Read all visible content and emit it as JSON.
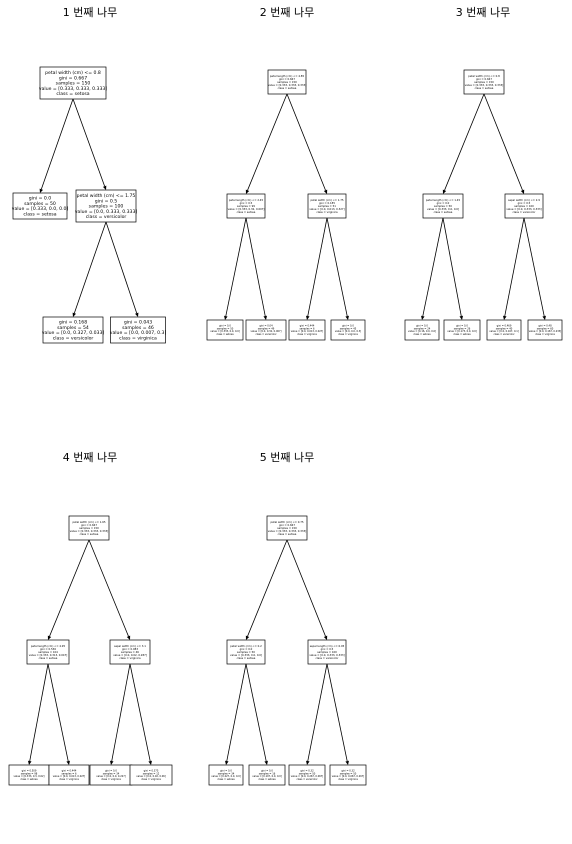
{
  "trees": [
    {
      "title": "1 번째 나무",
      "nodes": [
        {
          "id": "root",
          "lines": [
            "petal width (cm) <= 0.8",
            "gini = 0.667",
            "samples = 150",
            "value = [0.333, 0.333, 0.333]",
            "class = setosa"
          ]
        },
        {
          "id": "l",
          "lines": [
            "gini = 0.0",
            "samples = 50",
            "value = [0.333, 0.0, 0.0]",
            "class = setosa"
          ]
        },
        {
          "id": "r",
          "lines": [
            "petal width (cm) <= 1.75",
            "gini = 0.5",
            "samples = 100",
            "value = [0.0, 0.333, 0.333]",
            "class = versicolor"
          ]
        },
        {
          "id": "rl",
          "lines": [
            "gini = 0.168",
            "samples = 54",
            "value = [0.0, 0.327, 0.033]",
            "class = versicolor"
          ]
        },
        {
          "id": "rr",
          "lines": [
            "gini = 0.043",
            "samples = 46",
            "value = [0.0, 0.007, 0.3]",
            "class = virginica"
          ]
        }
      ]
    },
    {
      "title": "2 번째 나무",
      "nodes": [
        {
          "id": "root",
          "lines": [
            "petal length (cm) <= 4.85",
            "gini = 0.667",
            "samples = 150",
            "value = [0.333, 0.333, 0.333]",
            "class = setosa"
          ]
        },
        {
          "id": "l",
          "lines": [
            "petal length (cm) <= 2.45",
            "gini = 0.5",
            "samples = 99",
            "value = [0.333, 0.32, 0.007]",
            "class = setosa"
          ]
        },
        {
          "id": "r",
          "lines": [
            "petal width (cm) <= 1.75",
            "gini = 0.185",
            "samples = 51",
            "value = [0.0, 0.013, 0.327]",
            "class = virginica"
          ]
        },
        {
          "id": "ll",
          "lines": [
            "gini = 0.0",
            "samples = 50",
            "value = [0.333, 0.0, 0.0]",
            "class = setosa"
          ]
        },
        {
          "id": "lr",
          "lines": [
            "gini = 0.04",
            "samples = 49",
            "value = [0.0, 0.32, 0.007]",
            "class = versicolor"
          ]
        },
        {
          "id": "rl",
          "lines": [
            "gini = 0.444",
            "samples = 6",
            "value = [0.0, 0.013, 0.027]",
            "class = virginica"
          ]
        },
        {
          "id": "rr",
          "lines": [
            "gini = 0.0",
            "samples = 45",
            "value = [0.0, 0.0, 0.3]",
            "class = virginica"
          ]
        }
      ]
    },
    {
      "title": "3 번째 나무",
      "nodes": [
        {
          "id": "root",
          "lines": [
            "petal width (cm) <= 0.8",
            "gini = 0.667",
            "samples = 150",
            "value = [0.333, 0.333, 0.333]",
            "class = setosa"
          ]
        },
        {
          "id": "l",
          "lines": [
            "petal length (cm) <= 1.45",
            "gini = 0.0",
            "samples = 50",
            "value = [0.333, 0.0, 0.0]",
            "class = setosa"
          ]
        },
        {
          "id": "r",
          "lines": [
            "sepal width (cm) <= 2.9",
            "gini = 0.5",
            "samples = 100",
            "value = [0.0, 0.333, 0.333]",
            "class = versicolor"
          ]
        },
        {
          "id": "ll",
          "lines": [
            "gini = 0.0",
            "samples = 24",
            "value = [0.16, 0.0, 0.0]",
            "class = setosa"
          ]
        },
        {
          "id": "lr",
          "lines": [
            "gini = 0.0",
            "samples = 26",
            "value = [0.173, 0.0, 0.0]",
            "class = setosa"
          ]
        },
        {
          "id": "rl",
          "lines": [
            "gini = 0.469",
            "samples = 40",
            "value = [0.0, 0.167, 0.1]",
            "class = versicolor"
          ]
        },
        {
          "id": "rr",
          "lines": [
            "gini = 0.48",
            "samples = 60",
            "value = [0.0, 0.167, 0.233]",
            "class = virginica"
          ]
        }
      ]
    },
    {
      "title": "4 번째 나무",
      "nodes": [
        {
          "id": "root",
          "lines": [
            "petal width (cm) <= 1.65",
            "gini = 0.667",
            "samples = 150",
            "value = [0.333, 0.333, 0.333]",
            "class = setosa"
          ]
        },
        {
          "id": "l",
          "lines": [
            "petal length (cm) <= 4.95",
            "gini = 0.536",
            "samples = 104",
            "value = [0.333, 0.313, 0.047]",
            "class = setosa"
          ]
        },
        {
          "id": "r",
          "lines": [
            "sepal width (cm) <= 3.1",
            "gini = 0.083",
            "samples = 46",
            "value = [0.0, 0.02, 0.287]",
            "class = virginica"
          ]
        },
        {
          "id": "ll",
          "lines": [
            "gini = 0.509",
            "samples = 98",
            "value = [0.333, 0.3, 0.02]",
            "class = setosa"
          ]
        },
        {
          "id": "lr",
          "lines": [
            "gini = 0.444",
            "samples = 6",
            "value = [0.0, 0.013, 0.027]",
            "class = virginica"
          ]
        },
        {
          "id": "rl",
          "lines": [
            "gini = 0.0",
            "samples = 34",
            "value = [0.0, 0.0, 0.227]",
            "class = virginica"
          ]
        },
        {
          "id": "rr",
          "lines": [
            "gini = 0.375",
            "samples = 12",
            "value = [0.0, 0.02, 0.06]",
            "class = virginica"
          ]
        }
      ]
    },
    {
      "title": "5 번째 나무",
      "nodes": [
        {
          "id": "root",
          "lines": [
            "petal width (cm) <= 0.75",
            "gini = 0.667",
            "samples = 150",
            "value = [0.333, 0.333, 0.333]",
            "class = setosa"
          ]
        },
        {
          "id": "l",
          "lines": [
            "petal width (cm) <= 0.2",
            "gini = 0.0",
            "samples = 50",
            "value = [0.333, 0.0, 0.0]",
            "class = setosa"
          ]
        },
        {
          "id": "r",
          "lines": [
            "sepal length (cm) <= 6.05",
            "gini = 0.5",
            "samples = 100",
            "value = [0.0, 0.333, 0.333]",
            "class = versicolor"
          ]
        },
        {
          "id": "ll",
          "lines": [
            "gini = 0.0",
            "samples = 34",
            "value = [0.227, 0.0, 0.0]",
            "class = setosa"
          ]
        },
        {
          "id": "lr",
          "lines": [
            "gini = 0.0",
            "samples = 16",
            "value = [0.107, 0.0, 0.0]",
            "class = setosa"
          ]
        },
        {
          "id": "rl",
          "lines": [
            "gini = 0.32",
            "samples = 50",
            "value = [0.0, 0.267, 0.067]",
            "class = versicolor"
          ]
        },
        {
          "id": "rr",
          "lines": [
            "gini = 0.32",
            "samples = 50",
            "value = [0.0, 0.067, 0.267]",
            "class = virginica"
          ]
        }
      ]
    }
  ]
}
